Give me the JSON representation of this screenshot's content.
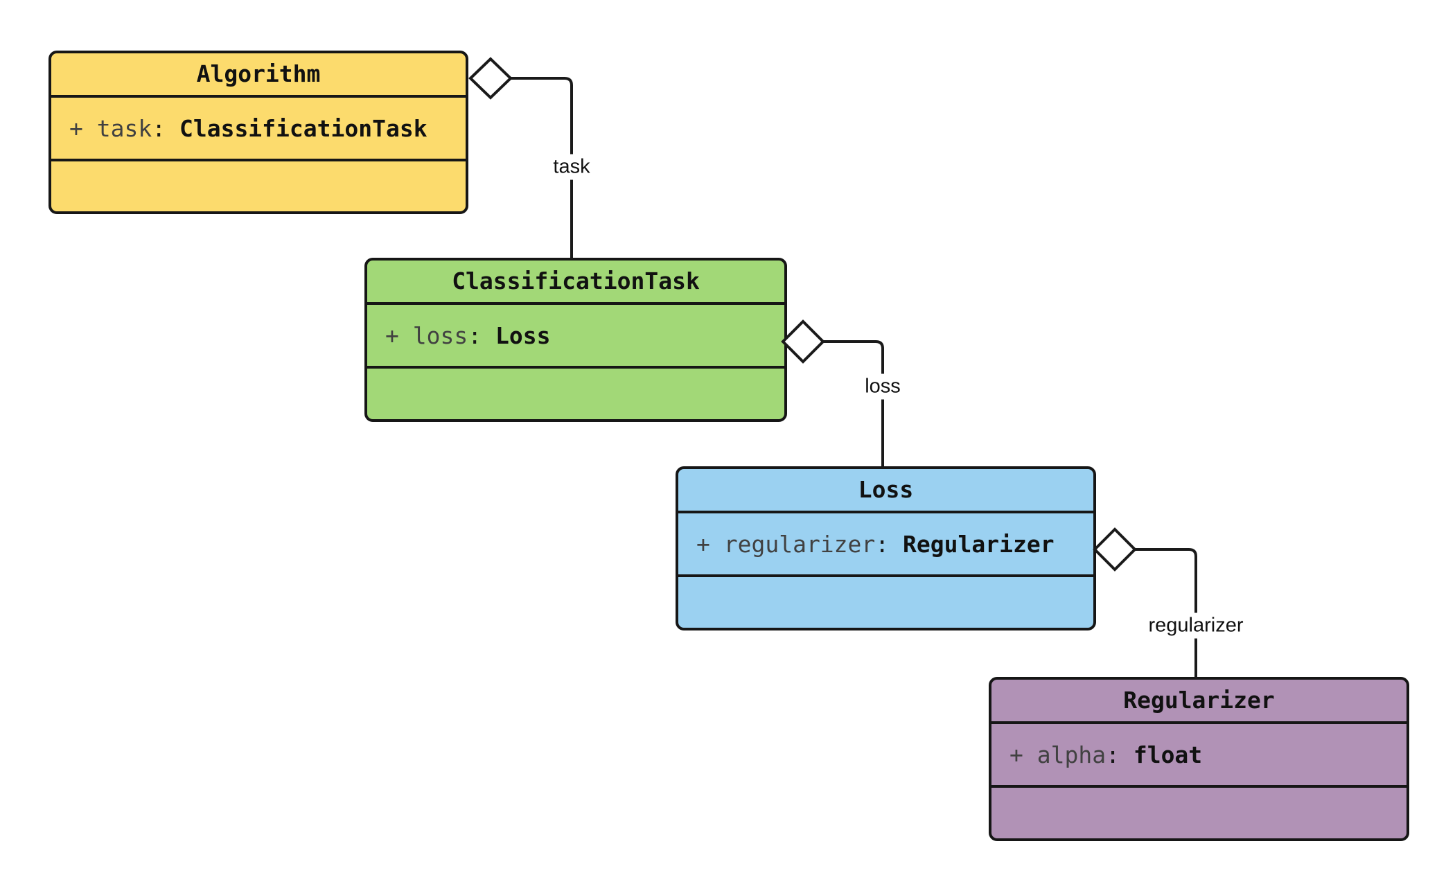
{
  "diagram_type": "uml-class-diagram",
  "colors": {
    "background": "#ffffff",
    "stroke": "#1a1a1a",
    "attr_name_gray": "#414141",
    "text_black": "#111111",
    "algorithm_fill": "#fcdb6d",
    "classificationtask_fill": "#a2d877",
    "loss_fill": "#9bd1f1",
    "regularizer_fill": "#b192b6"
  },
  "classes": [
    {
      "name": "Algorithm",
      "attr_name": "+ task",
      "attr_colon": ": ",
      "attr_type": "ClassificationTask",
      "fill": "#fcdb6d"
    },
    {
      "name": "ClassificationTask",
      "attr_name": "+ loss",
      "attr_colon": ": ",
      "attr_type": "Loss",
      "fill": "#a2d877"
    },
    {
      "name": "Loss",
      "attr_name": "+ regularizer",
      "attr_colon": ": ",
      "attr_type": "Regularizer",
      "fill": "#9bd1f1"
    },
    {
      "name": "Regularizer",
      "attr_name": "+ alpha",
      "attr_colon": ": ",
      "attr_type": "float",
      "fill": "#b192b6"
    }
  ],
  "relations": [
    {
      "from": "Algorithm",
      "to": "ClassificationTask",
      "label": "task",
      "kind": "aggregation"
    },
    {
      "from": "ClassificationTask",
      "to": "Loss",
      "label": "loss",
      "kind": "aggregation"
    },
    {
      "from": "Loss",
      "to": "Regularizer",
      "label": "regularizer",
      "kind": "aggregation"
    }
  ]
}
